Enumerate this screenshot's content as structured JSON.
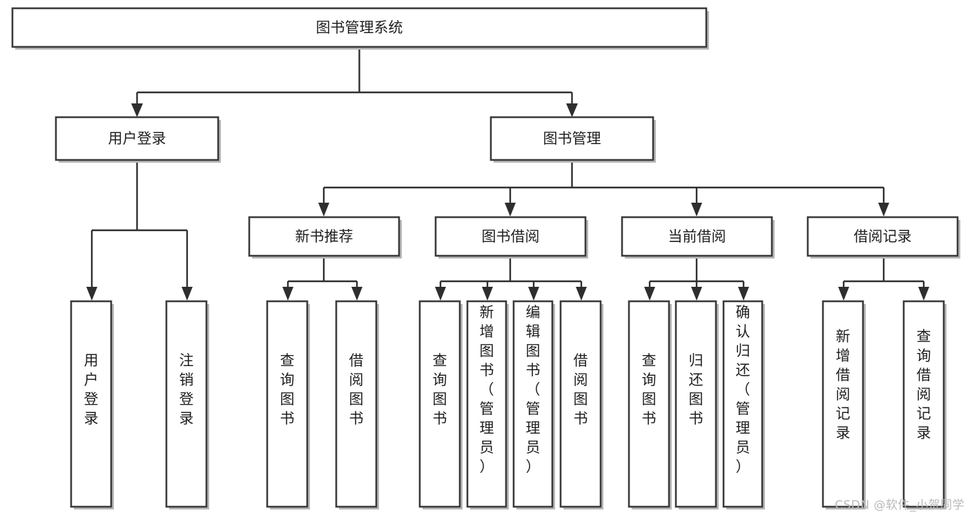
{
  "diagram": {
    "title": "图书管理系统",
    "type": "tree-hierarchy",
    "watermark": "CSDN @软件_小贺同学",
    "colors": {
      "box_stroke": "#3a3a3a",
      "box_fill": "#ffffff",
      "edge": "#2e2e2e",
      "text": "#1f1f1f",
      "background": "#ffffff",
      "watermark": "#b9b9b9"
    },
    "levels": {
      "root": {
        "label": "图书管理系统"
      },
      "level2": [
        {
          "label": "用户登录"
        },
        {
          "label": "图书管理"
        }
      ],
      "level3": [
        {
          "label": "新书推荐"
        },
        {
          "label": "图书借阅"
        },
        {
          "label": "当前借阅"
        },
        {
          "label": "借阅记录"
        }
      ],
      "leaves": {
        "user_login": [
          {
            "label": "用户登录"
          },
          {
            "label": "注销登录"
          }
        ],
        "new_book_recommend": [
          {
            "label": "查询图书"
          },
          {
            "label": "借阅图书"
          }
        ],
        "book_borrow": [
          {
            "label": "查询图书"
          },
          {
            "label": "新增图书（管理员）"
          },
          {
            "label": "编辑图书（管理员）"
          },
          {
            "label": "借阅图书"
          }
        ],
        "current_borrow": [
          {
            "label": "查询图书"
          },
          {
            "label": "归还图书"
          },
          {
            "label": "确认归还（管理员）"
          }
        ],
        "borrow_record": [
          {
            "label": "新增借阅记录"
          },
          {
            "label": "查询借阅记录"
          }
        ]
      }
    }
  }
}
